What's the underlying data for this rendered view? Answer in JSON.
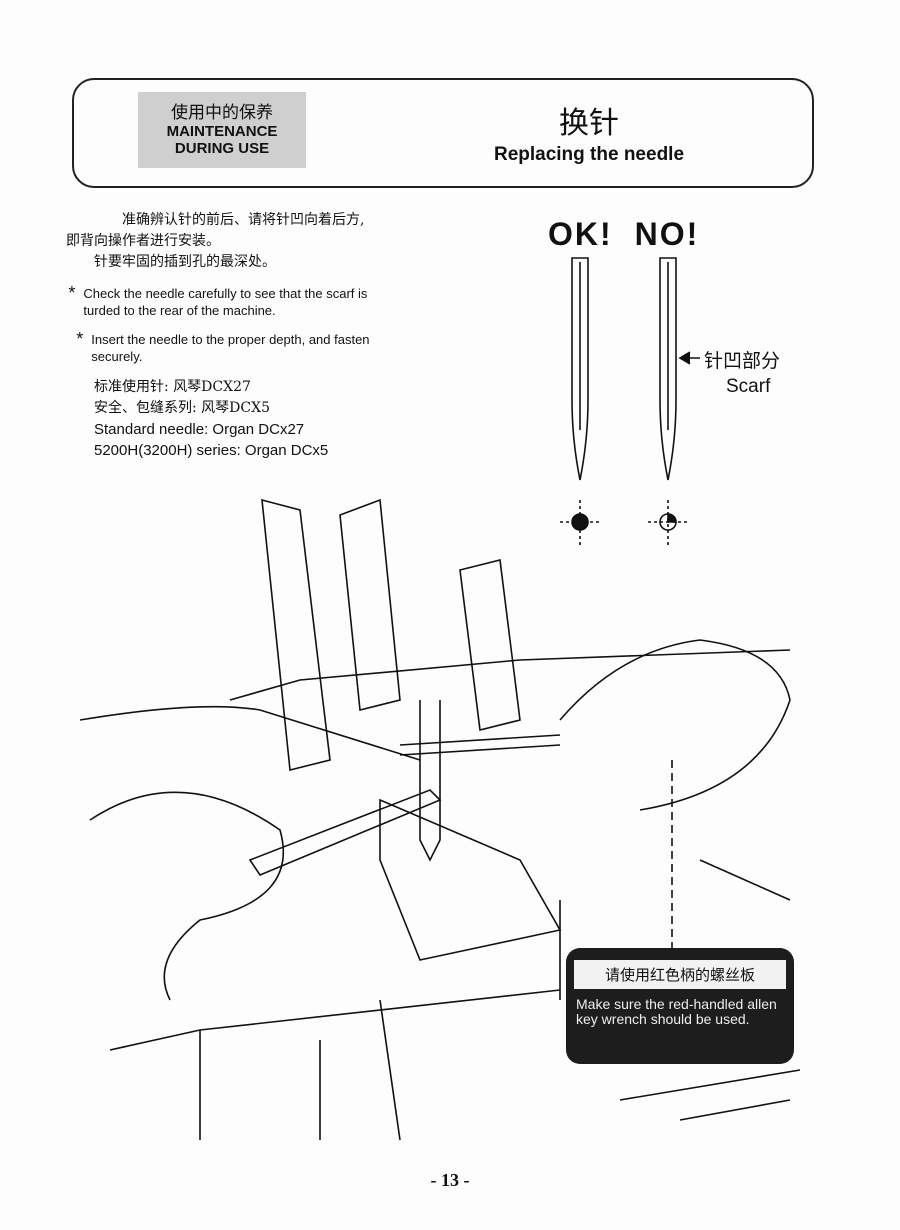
{
  "header": {
    "section_cn": "使用中的保养",
    "section_en_1": "MAINTENANCE",
    "section_en_2": "DURING USE",
    "title_cn": "换针",
    "title_en": "Replacing the needle"
  },
  "body": {
    "cn_line1": "准确辨认针的前后、请将针凹向着后方,",
    "cn_line2": "即背向操作者进行安装。",
    "cn_line3": "针要牢固的插到孔的最深处。",
    "bullets": [
      {
        "marker": "*",
        "text": "Check the needle carefully to see that the scarf is turded to the rear of the machine."
      },
      {
        "marker": "*",
        "text": "Insert the needle to the proper depth, and fasten securely."
      }
    ],
    "spec_cn1": "标准使用针:  风琴DCX27",
    "spec_cn2": "安全、包缝系列:  风琴DCX5",
    "spec_en1": "Standard needle: Organ DCx27",
    "spec_en2": "5200H(3200H) series: Organ DCx5"
  },
  "figure": {
    "ok_label": "OK!",
    "no_label": "NO!",
    "scarf_cn": "针凹部分",
    "scarf_en": "Scarf"
  },
  "callout": {
    "cn": "请使用红色柄的螺丝板",
    "en": "Make sure the red-handled allen key wrench should be used."
  },
  "page_number": "- 13 -"
}
